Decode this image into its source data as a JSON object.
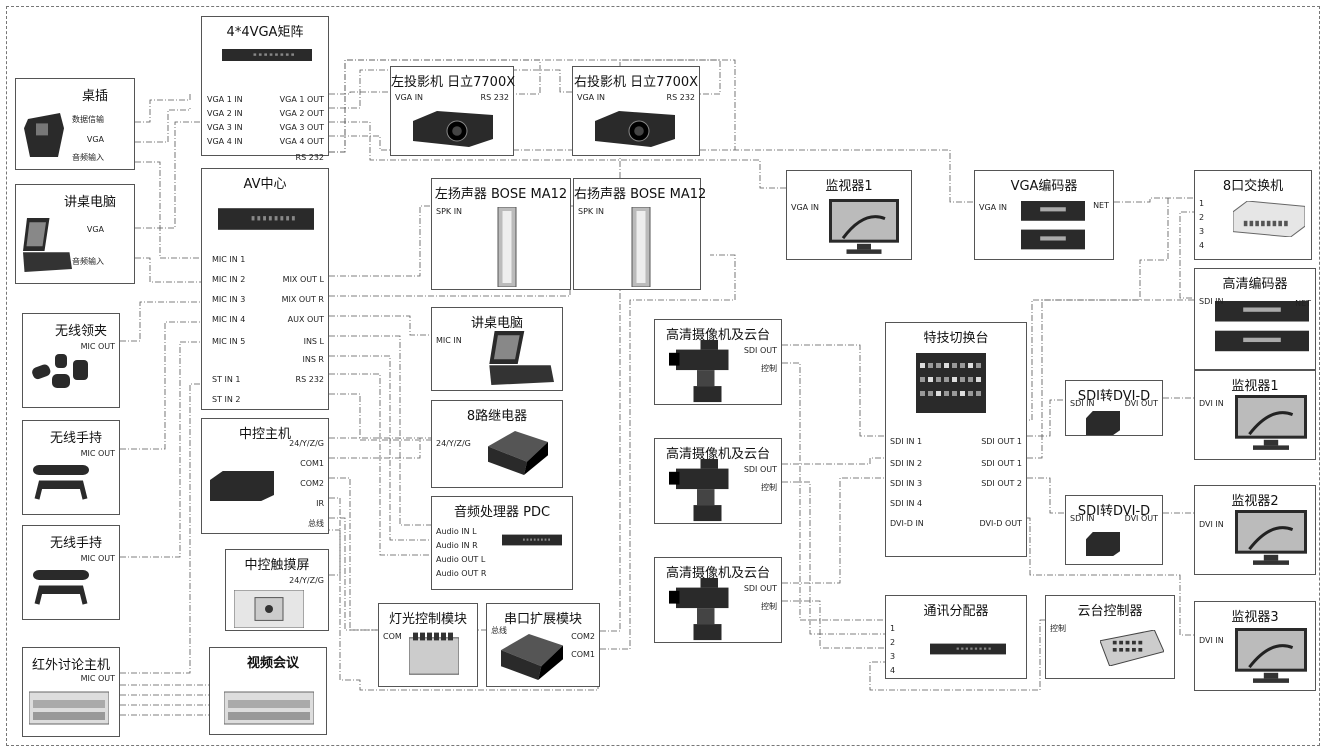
{
  "devices": {
    "vga_matrix": {
      "title": "4*4VGA矩阵",
      "ports": [
        "VGA 1 IN",
        "VGA 2 IN",
        "VGA 3 IN",
        "VGA 4 IN",
        "VGA 1 OUT",
        "VGA 2 OUT",
        "VGA 3 OUT",
        "VGA 4 OUT",
        "RS 232"
      ]
    },
    "desk_socket": {
      "title": "桌插",
      "ports": [
        "数据信输",
        "VGA",
        "音频输入"
      ]
    },
    "podium_pc_left": {
      "title": "讲桌电脑",
      "ports": [
        "VGA",
        "音频输入"
      ]
    },
    "wireless_lapel": {
      "title": "无线领夹",
      "ports": [
        "MIC OUT"
      ]
    },
    "wireless_handheld_1": {
      "title": "无线手持",
      "ports": [
        "MIC OUT"
      ]
    },
    "wireless_handheld_2": {
      "title": "无线手持",
      "ports": [
        "MIC OUT"
      ]
    },
    "ir_discussion": {
      "title": "红外讨论主机",
      "ports": [
        "MIC OUT"
      ]
    },
    "av_center": {
      "title": "AV中心",
      "ports": [
        "MIC IN 1",
        "MIC IN 2",
        "MIC IN 3",
        "MIC IN 4",
        "MIC IN 5",
        "ST IN 1",
        "ST IN 2",
        "MIX OUT L",
        "MIX OUT R",
        "AUX OUT",
        "INS L",
        "INS R",
        "RS 232"
      ]
    },
    "control_host": {
      "title": "中控主机",
      "ports": [
        "24/Y/Z/G",
        "COM1",
        "COM2",
        "IR",
        "总线"
      ]
    },
    "touch_screen": {
      "title": "中控触摸屏",
      "ports": [
        "24/Y/Z/G"
      ]
    },
    "video_conf": {
      "title": "视频会议"
    },
    "proj_left": {
      "title": "左投影机 日立7700X",
      "ports": [
        "VGA IN",
        "RS 232"
      ]
    },
    "proj_right": {
      "title": "右投影机 日立7700X",
      "ports": [
        "VGA IN",
        "RS 232"
      ]
    },
    "spk_left": {
      "title": "左扬声器 BOSE MA12",
      "ports": [
        "SPK IN"
      ]
    },
    "spk_right": {
      "title": "右扬声器 BOSE MA12",
      "ports": [
        "SPK IN"
      ]
    },
    "podium_pc_mid": {
      "title": "讲桌电脑",
      "ports": [
        "MIC IN"
      ]
    },
    "relay8": {
      "title": "8路继电器",
      "ports": [
        "24/Y/Z/G"
      ]
    },
    "audio_proc": {
      "title": "音频处理器 PDC",
      "ports": [
        "Audio IN L",
        "Audio IN R",
        "Audio OUT L",
        "Audio OUT R"
      ]
    },
    "light_ctrl": {
      "title": "灯光控制模块",
      "ports": [
        "COM"
      ]
    },
    "serial_ext": {
      "title": "串口扩展模块",
      "ports": [
        "总线",
        "COM2",
        "COM1"
      ]
    },
    "monitor_top": {
      "title": "监视器1",
      "ports": [
        "VGA IN"
      ]
    },
    "vga_encoder": {
      "title": "VGA编码器",
      "ports": [
        "VGA IN",
        "NET"
      ]
    },
    "switch8": {
      "title": "8口交换机",
      "ports": [
        "1",
        "2",
        "3",
        "4"
      ]
    },
    "hd_encoder": {
      "title": "高清编码器",
      "ports": [
        "SDI IN",
        "NET"
      ]
    },
    "cam1": {
      "title": "高清摄像机及云台",
      "ports": [
        "SDI OUT",
        "控制"
      ]
    },
    "cam2": {
      "title": "高清摄像机及云台",
      "ports": [
        "SDI OUT",
        "控制"
      ]
    },
    "cam3": {
      "title": "高清摄像机及云台",
      "ports": [
        "SDI OUT",
        "控制"
      ]
    },
    "switcher": {
      "title": "特技切换台",
      "ports": [
        "SDI IN 1",
        "SDI IN 2",
        "SDI IN 3",
        "SDI IN 4",
        "DVI-D IN",
        "SDI OUT 1",
        "SDI OUT 1",
        "SDI OUT 2",
        "DVI-D OUT"
      ]
    },
    "sdi_dvi_1": {
      "title": "SDI转DVI-D",
      "ports": [
        "SDI IN",
        "DVI OUT"
      ]
    },
    "sdi_dvi_2": {
      "title": "SDI转DVI-D",
      "ports": [
        "SDI IN",
        "DVI OUT"
      ]
    },
    "monitor1": {
      "title": "监视器1",
      "ports": [
        "DVI IN"
      ]
    },
    "monitor2": {
      "title": "监视器2",
      "ports": [
        "DVI IN"
      ]
    },
    "monitor3": {
      "title": "监视器3",
      "ports": [
        "DVI IN"
      ]
    },
    "comm_dist": {
      "title": "通讯分配器",
      "ports": [
        "1",
        "2",
        "3",
        "4"
      ]
    },
    "ptz_ctrl": {
      "title": "云台控制器",
      "ports": [
        "控制"
      ]
    }
  },
  "colors": {
    "line": "#555555",
    "device": "#2a2a2a",
    "box_border": "#555555"
  }
}
